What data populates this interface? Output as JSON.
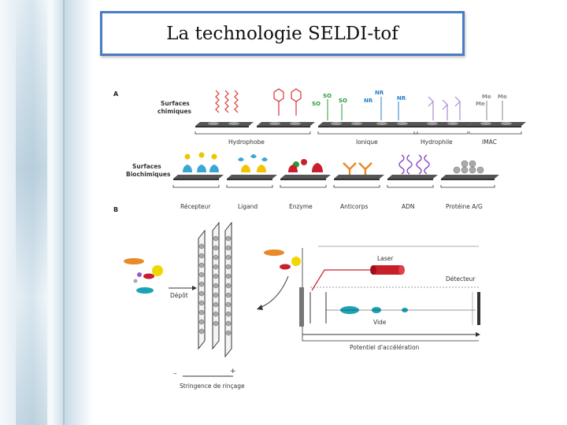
{
  "slide": {
    "title": "La technologie SELDI-tof"
  },
  "figure": {
    "panel_a_label": "A",
    "panel_b_label": "B",
    "surfaces_chimiques_l1": "Surfaces",
    "surfaces_chimiques_l2": "chimiques",
    "surfaces_biochimiques_l1": "Surfaces",
    "surfaces_biochimiques_l2": "Biochimiques",
    "chem_groups": [
      "Hydrophobe",
      "Ionique",
      "Hydrophile",
      "IMAC"
    ],
    "chem_labels": {
      "so3_a": "SO",
      "so3_b": "SO",
      "so3_c": "SO",
      "nr3_a": "NR",
      "nr3_b": "NR",
      "nr3_c": "NR",
      "me_a": "Me",
      "me_b": "Me",
      "me_c": "Me"
    },
    "bio_labels": [
      "Récepteur",
      "Ligand",
      "Enzyme",
      "Anticorps",
      "ADN",
      "Protéine A/G"
    ],
    "laser_label": "Laser",
    "detecteur_label": "Détecteur",
    "vide_label": "Vide",
    "depot_label": "Dépôt",
    "potentiel_label": "Potentiel d'accélération",
    "stringence_label": "Stringence de rinçage",
    "minus_sign": "–",
    "plus_sign": "+"
  }
}
